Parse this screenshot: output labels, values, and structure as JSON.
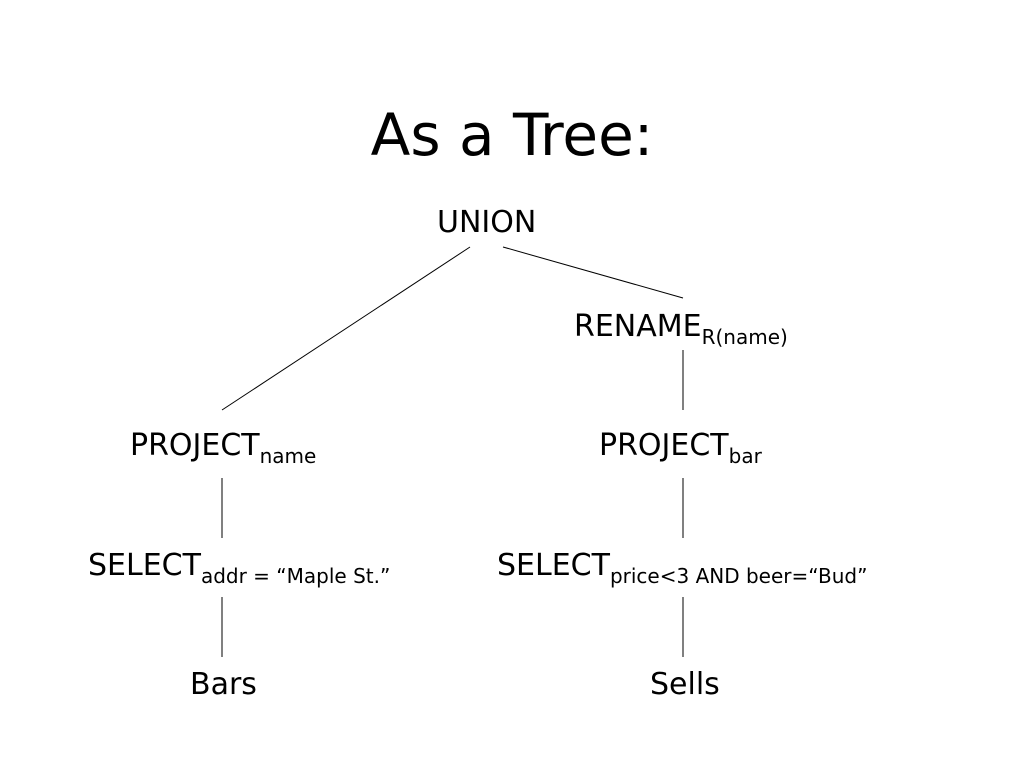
{
  "title": "As a Tree:",
  "nodes": {
    "union": {
      "label": "UNION"
    },
    "rename": {
      "label": "RENAME",
      "sub": "R(name)"
    },
    "project_left": {
      "label": "PROJECT",
      "sub": "name"
    },
    "project_right": {
      "label": "PROJECT",
      "sub": "bar"
    },
    "select_left": {
      "label": "SELECT",
      "sub": "addr = “Maple St.”"
    },
    "select_right": {
      "label": "SELECT",
      "sub": "price<3 AND beer=“Bud”"
    },
    "bars": {
      "label": "Bars"
    },
    "sells": {
      "label": "Sells"
    }
  },
  "colors": {
    "text": "#000000",
    "lines": "#000000",
    "background": "#ffffff"
  }
}
